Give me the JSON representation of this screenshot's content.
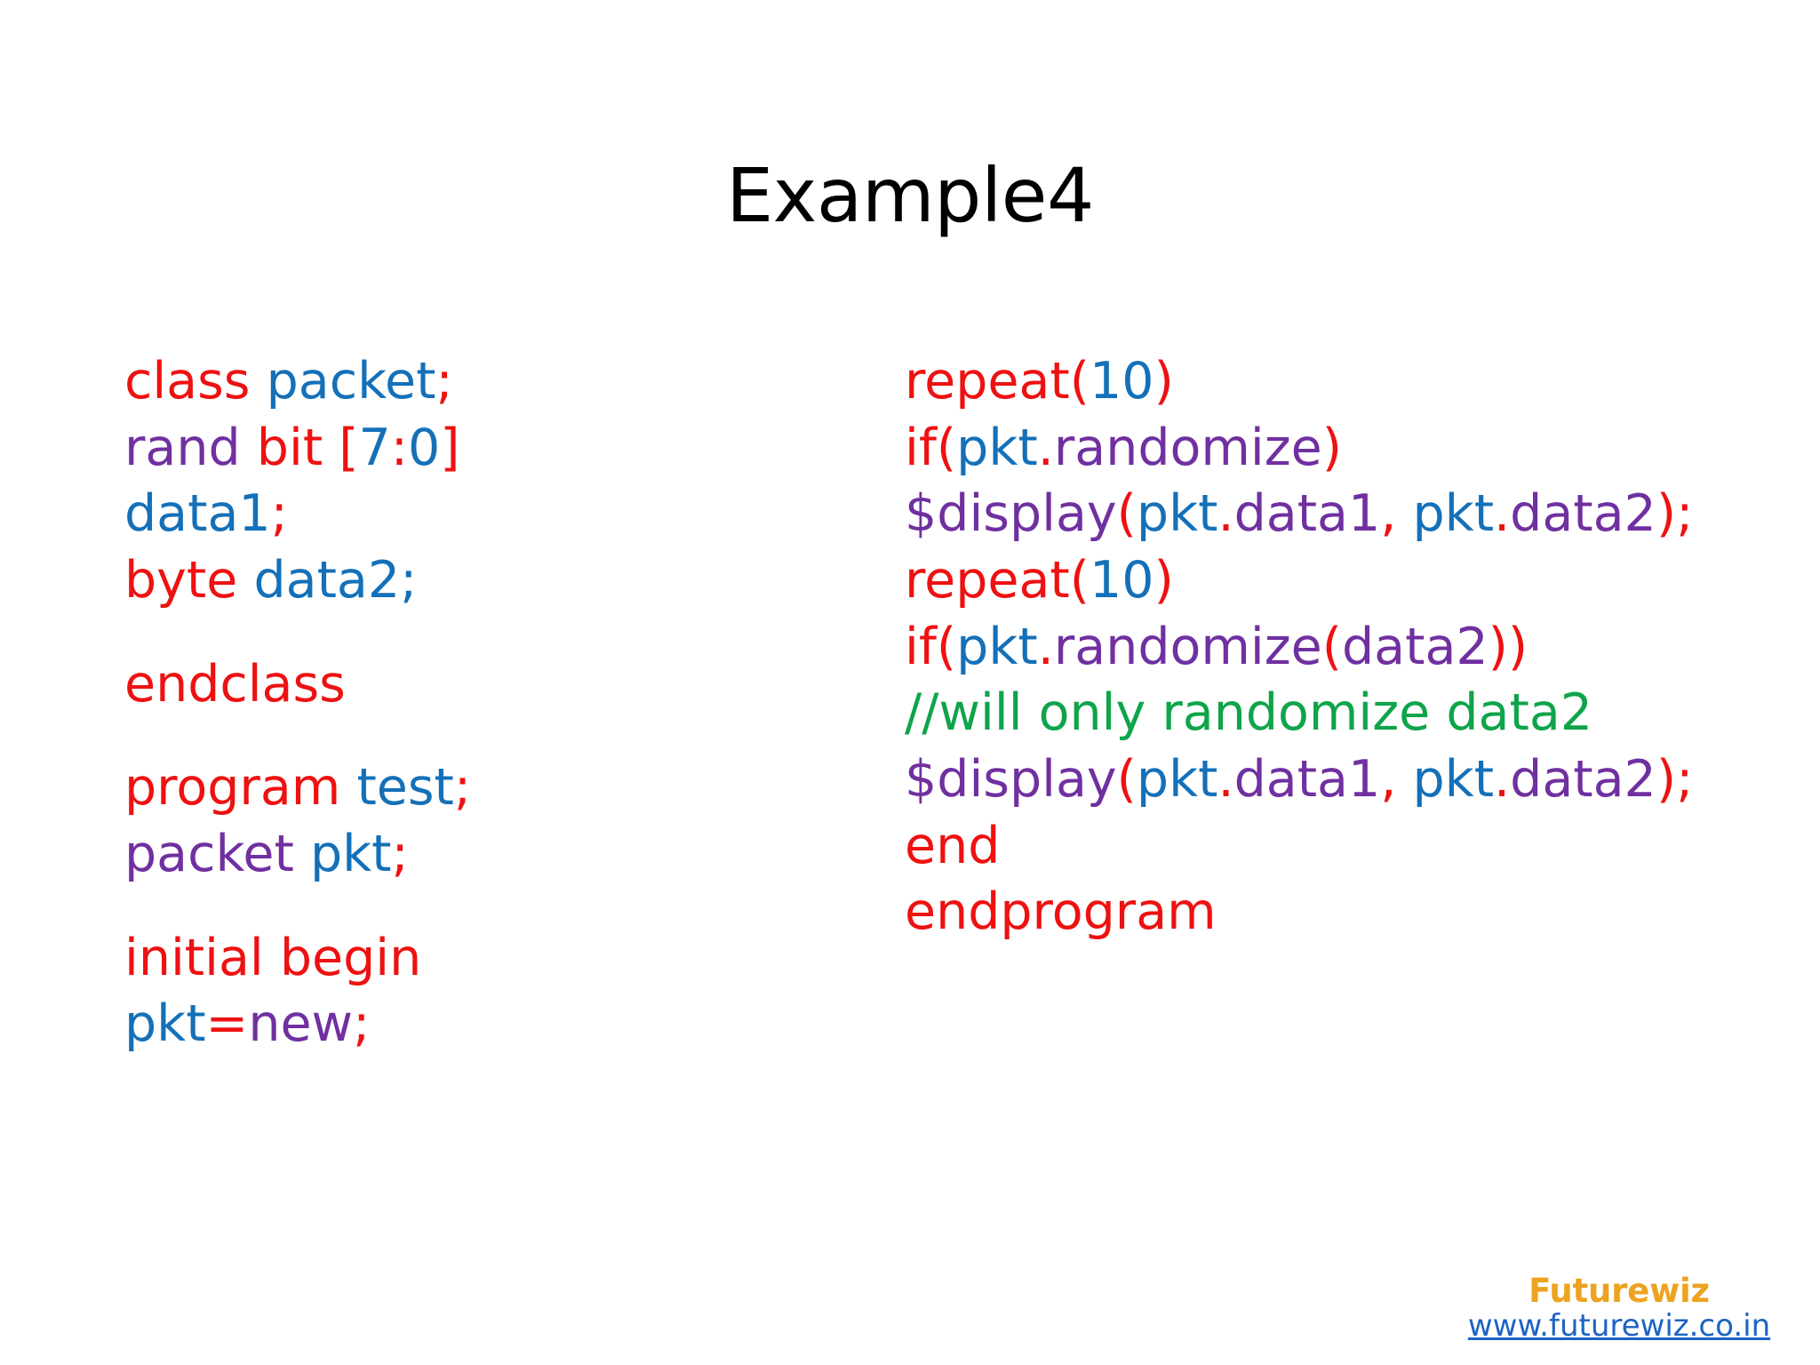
{
  "slide": {
    "title": "Example4"
  },
  "colors": {
    "keyword": "#ee1111",
    "identifier": "#1470b8",
    "type": "#7030a0",
    "comment": "#0fa44a",
    "title": "#000000",
    "brand": "#eda320",
    "link": "#1c63c4",
    "background": "#ffffff"
  },
  "code": {
    "left_column": [
      {
        "id": "l1",
        "gap_before": false,
        "tokens": [
          {
            "t": "class ",
            "c": "kw"
          },
          {
            "t": "packet",
            "c": "id"
          },
          {
            "t": ";",
            "c": "kw"
          }
        ]
      },
      {
        "id": "l2",
        "gap_before": false,
        "tokens": [
          {
            "t": "rand ",
            "c": "ty"
          },
          {
            "t": "bit [",
            "c": "kw"
          },
          {
            "t": "7",
            "c": "id"
          },
          {
            "t": ":",
            "c": "kw"
          },
          {
            "t": "0",
            "c": "id"
          },
          {
            "t": "] ",
            "c": "kw"
          },
          {
            "t": "data1",
            "c": "id"
          },
          {
            "t": ";",
            "c": "kw"
          }
        ]
      },
      {
        "id": "l3",
        "gap_before": false,
        "tokens": [
          {
            "t": "byte ",
            "c": "kw"
          },
          {
            "t": "data2;",
            "c": "id"
          }
        ]
      },
      {
        "id": "l4",
        "gap_before": true,
        "tokens": [
          {
            "t": "endclass",
            "c": "kw"
          }
        ]
      },
      {
        "id": "l5",
        "gap_before": true,
        "tokens": [
          {
            "t": "program ",
            "c": "kw"
          },
          {
            "t": "test",
            "c": "id"
          },
          {
            "t": "; ",
            "c": "kw"
          },
          {
            "t": "packet ",
            "c": "ty"
          },
          {
            "t": "pkt",
            "c": "id"
          },
          {
            "t": ";",
            "c": "kw"
          }
        ]
      },
      {
        "id": "l6",
        "gap_before": true,
        "tokens": [
          {
            "t": "initial begin",
            "c": "kw"
          }
        ]
      },
      {
        "id": "l7",
        "gap_before": false,
        "tokens": [
          {
            "t": "pkt",
            "c": "id"
          },
          {
            "t": "=",
            "c": "kw"
          },
          {
            "t": "new",
            "c": "ty"
          },
          {
            "t": ";",
            "c": "kw"
          }
        ]
      }
    ],
    "right_column": [
      {
        "id": "r1",
        "gap_before": false,
        "tokens": [
          {
            "t": "repeat(",
            "c": "kw"
          },
          {
            "t": "10",
            "c": "id"
          },
          {
            "t": ")",
            "c": "kw"
          }
        ]
      },
      {
        "id": "r2",
        "gap_before": false,
        "tokens": [
          {
            "t": "if(",
            "c": "kw"
          },
          {
            "t": "pkt",
            "c": "id"
          },
          {
            "t": ".",
            "c": "kw"
          },
          {
            "t": "randomize",
            "c": "ty"
          },
          {
            "t": ")",
            "c": "kw"
          }
        ]
      },
      {
        "id": "r3",
        "gap_before": false,
        "tokens": [
          {
            "t": "$display",
            "c": "ty"
          },
          {
            "t": "(",
            "c": "kw"
          },
          {
            "t": "pkt",
            "c": "id"
          },
          {
            "t": ".",
            "c": "kw"
          },
          {
            "t": "data1",
            "c": "ty"
          },
          {
            "t": ", ",
            "c": "kw"
          },
          {
            "t": "pkt",
            "c": "id"
          },
          {
            "t": ".",
            "c": "kw"
          },
          {
            "t": "data2",
            "c": "ty"
          },
          {
            "t": "); ",
            "c": "kw"
          },
          {
            "t": "repeat(",
            "c": "kw"
          },
          {
            "t": "10",
            "c": "id"
          },
          {
            "t": ")",
            "c": "kw"
          }
        ]
      },
      {
        "id": "r4",
        "gap_before": false,
        "tokens": [
          {
            "t": "if(",
            "c": "kw"
          },
          {
            "t": "pkt",
            "c": "id"
          },
          {
            "t": ".",
            "c": "kw"
          },
          {
            "t": "randomize",
            "c": "ty"
          },
          {
            "t": "(",
            "c": "kw"
          },
          {
            "t": "data2",
            "c": "ty"
          },
          {
            "t": "))",
            "c": "kw"
          }
        ]
      },
      {
        "id": "r5",
        "gap_before": false,
        "tokens": [
          {
            "t": "//will only randomize data2",
            "c": "cm"
          }
        ]
      },
      {
        "id": "r6",
        "gap_before": false,
        "tokens": [
          {
            "t": "$display",
            "c": "ty"
          },
          {
            "t": "(",
            "c": "kw"
          },
          {
            "t": "pkt",
            "c": "id"
          },
          {
            "t": ".",
            "c": "kw"
          },
          {
            "t": "data1",
            "c": "ty"
          },
          {
            "t": ", ",
            "c": "kw"
          },
          {
            "t": "pkt",
            "c": "id"
          },
          {
            "t": ".",
            "c": "kw"
          },
          {
            "t": "data2",
            "c": "ty"
          },
          {
            "t": "); ",
            "c": "kw"
          },
          {
            "t": "end",
            "c": "kw"
          }
        ]
      },
      {
        "id": "r7",
        "gap_before": false,
        "tokens": [
          {
            "t": "endprogram",
            "c": "kw"
          }
        ]
      }
    ]
  },
  "footer": {
    "brand": "Futurewiz",
    "url": "www.futurewiz.co.in"
  }
}
